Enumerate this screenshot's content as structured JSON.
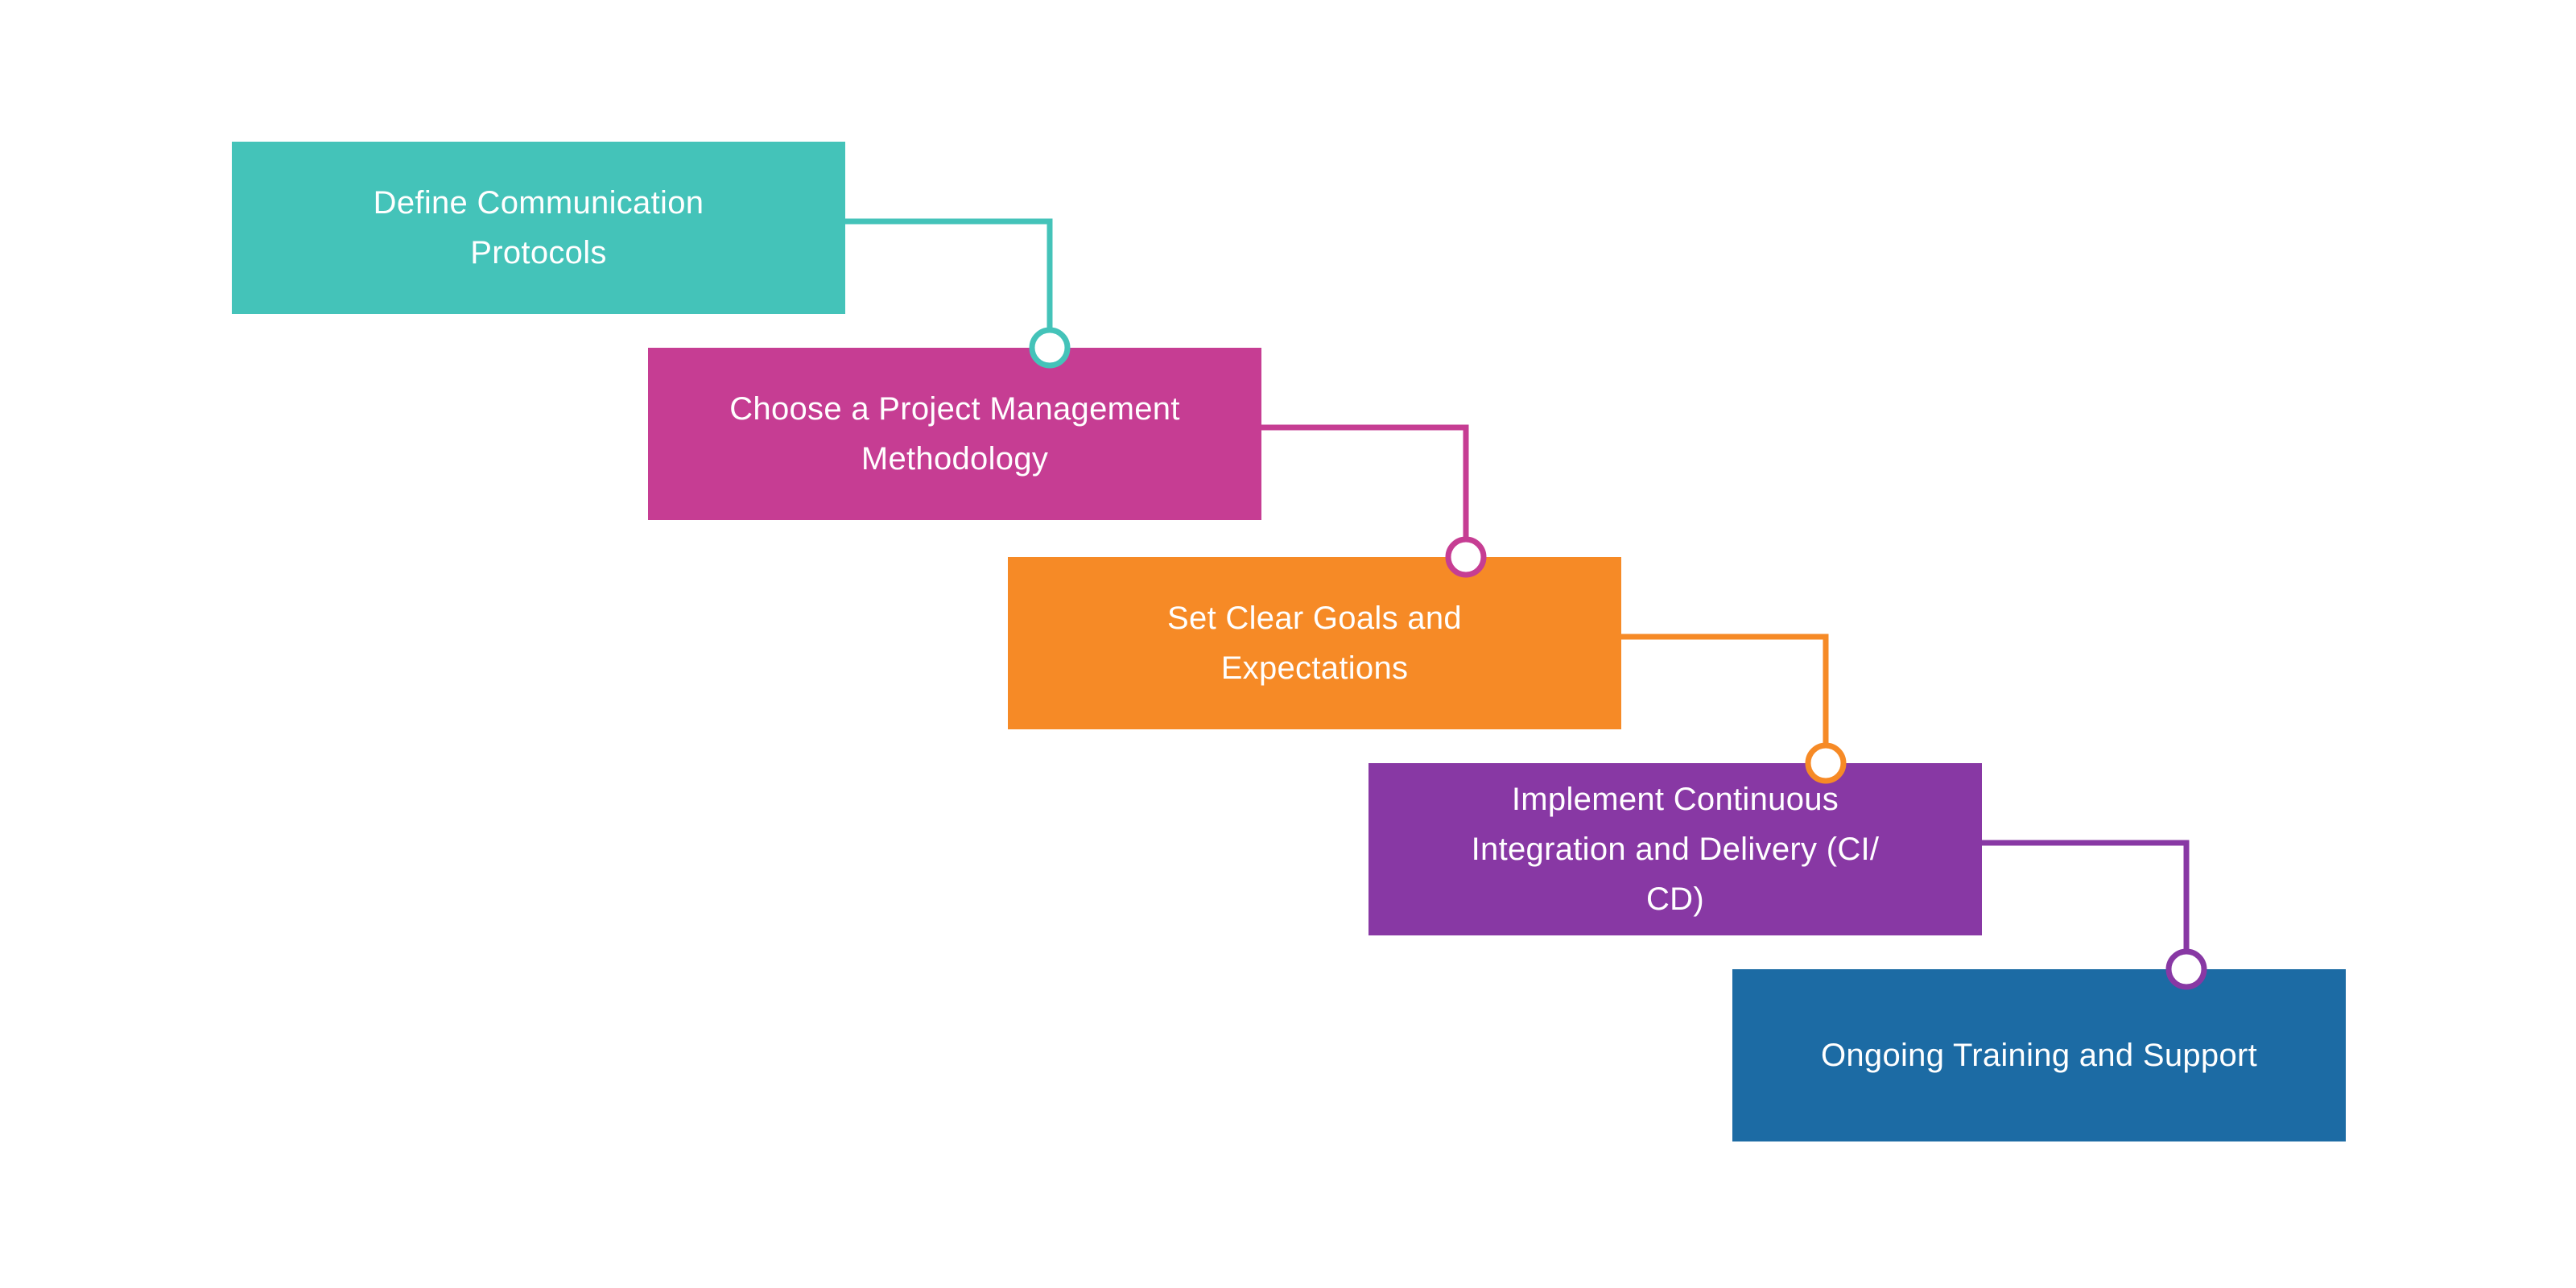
{
  "diagram": {
    "kind": "stepped-process-infographic",
    "background_color": "#ffffff",
    "label_text_color": "#ffffff",
    "steps": [
      {
        "order": 1,
        "label": "Define Communication Protocols",
        "lines": [
          "Define Communication",
          "Protocols"
        ],
        "color": "#44C3B9"
      },
      {
        "order": 2,
        "label": "Choose a Project Management Methodology",
        "lines": [
          "Choose a Project Management",
          "Methodology"
        ],
        "color": "#C63D93"
      },
      {
        "order": 3,
        "label": "Set Clear Goals and Expectations",
        "lines": [
          "Set Clear Goals and",
          "Expectations"
        ],
        "color": "#F68A26"
      },
      {
        "order": 4,
        "label": "Implement Continuous Integration and Delivery (CI/CD)",
        "lines": [
          "Implement Continuous",
          "Integration and Delivery (CI/",
          "CD)"
        ],
        "color": "#8838A4"
      },
      {
        "order": 5,
        "label": "Ongoing Training and Support",
        "lines": [
          "Ongoing Training and Support"
        ],
        "color": "#1C6BA4"
      }
    ],
    "connector": {
      "style": "elbow",
      "node_shape": "circle",
      "node_fill": "#ffffff"
    }
  }
}
